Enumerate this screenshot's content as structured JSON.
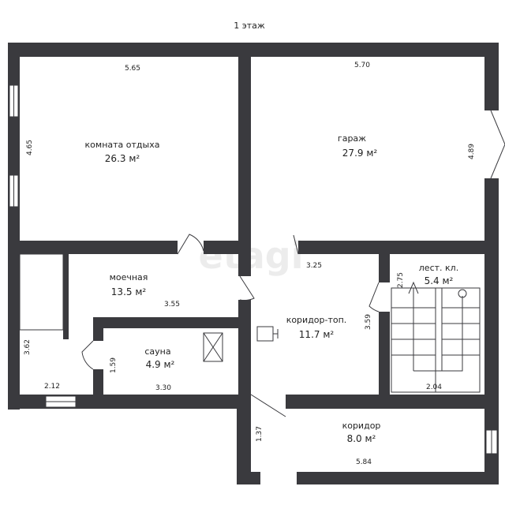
{
  "title": "1 этаж",
  "watermark": "etagi",
  "rooms": [
    {
      "id": "lounge",
      "name": "комната отдыха",
      "area": "26.3 м²",
      "width": "5.65",
      "height": "4.65"
    },
    {
      "id": "garage",
      "name": "гараж",
      "area": "27.9 м²",
      "width": "5.70",
      "height": "4.89"
    },
    {
      "id": "washroom",
      "name": "моечная",
      "area": "13.5 м²",
      "width": "3.55"
    },
    {
      "id": "sauna",
      "name": "сауна",
      "area": "4.9 м²",
      "width": "3.30",
      "height": "1.59"
    },
    {
      "id": "corridor_top",
      "name": "коридор-топ.",
      "area": "11.7 м²",
      "width": "3.25",
      "height": "3.59"
    },
    {
      "id": "stair",
      "name": "лест. кл.",
      "area": "5.4 м²",
      "width": "2.04",
      "height": "2.75"
    },
    {
      "id": "corridor",
      "name": "коридор",
      "area": "8.0 м²",
      "width": "5.84",
      "height": "1.37"
    },
    {
      "id": "closet",
      "width": "2.12",
      "height": "3.62"
    }
  ]
}
